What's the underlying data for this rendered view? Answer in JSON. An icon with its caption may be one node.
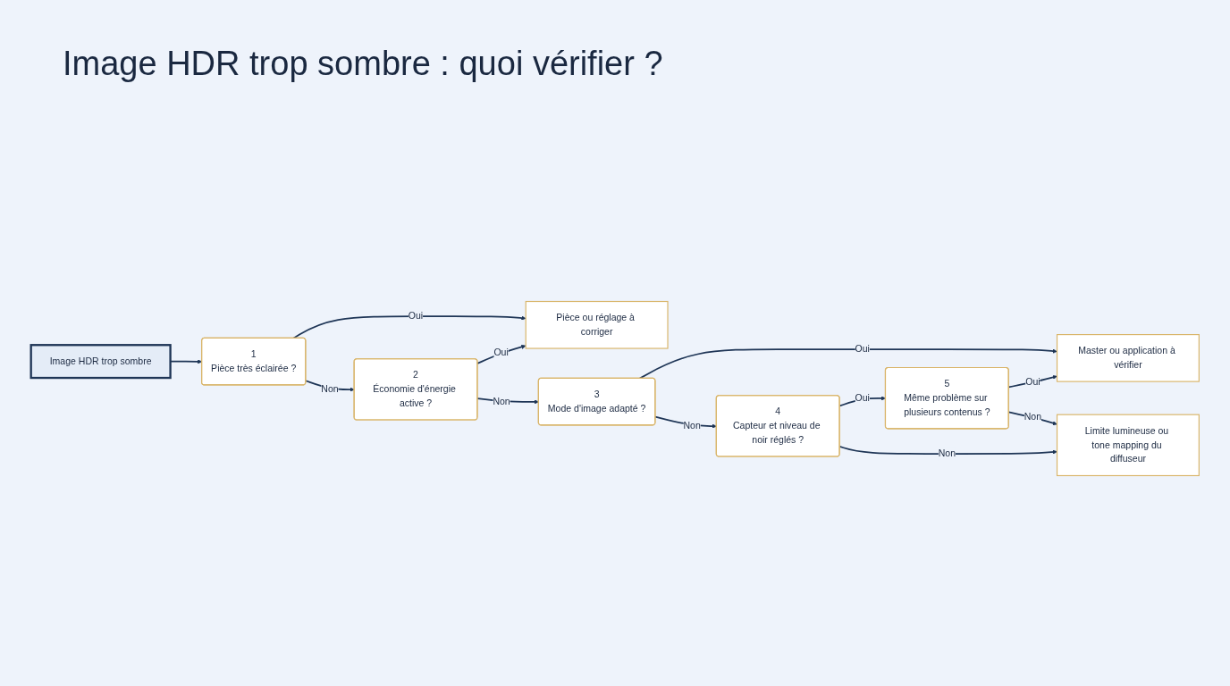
{
  "diagram": {
    "title": "Image HDR trop sombre : quoi vérifier ?",
    "nodes": [
      {
        "text": [
          "Image HDR trop sombre"
        ]
      },
      {
        "text": [
          "1",
          "Pièce très éclairée ?"
        ]
      },
      {
        "text": [
          "Pièce ou réglage à corriger"
        ]
      },
      {
        "text": [
          "2",
          "Économie d'énergie active ?"
        ]
      },
      {
        "text": [
          "3",
          "Mode d'image adapté ?"
        ]
      },
      {
        "text": [
          "Master ou application à vérifier"
        ]
      },
      {
        "text": [
          "4",
          "Capteur et niveau de noir réglés ?"
        ]
      },
      {
        "text": [
          "5",
          "Même problème sur plusieurs contenus ?"
        ]
      },
      {
        "text": [
          "Limite lumineuse ou tone mapping du diffuseur"
        ]
      }
    ],
    "edges": [
      {
        "from": 0,
        "to": 1,
        "arrow": "to"
      },
      {
        "from": 1,
        "to": 2,
        "label": "Oui",
        "arrow": "to"
      },
      {
        "from": 1,
        "to": 3,
        "label": "Non",
        "arrow": "to"
      },
      {
        "from": 3,
        "to": 2,
        "label": "Oui",
        "arrow": "to"
      },
      {
        "from": 3,
        "to": 4,
        "label": "Non",
        "arrow": "to"
      },
      {
        "from": 4,
        "to": 5,
        "label": "Oui",
        "arrow": "to"
      },
      {
        "from": 4,
        "to": 6,
        "label": "Non",
        "arrow": "to"
      },
      {
        "from": 6,
        "to": 7,
        "label": "Oui",
        "arrow": "to"
      },
      {
        "from": 6,
        "to": 8,
        "label": "Non",
        "arrow": "to"
      },
      {
        "from": 7,
        "to": 5,
        "label": "Oui",
        "arrow": "to"
      },
      {
        "from": 7,
        "to": 8,
        "label": "Non",
        "arrow": "to"
      }
    ]
  }
}
